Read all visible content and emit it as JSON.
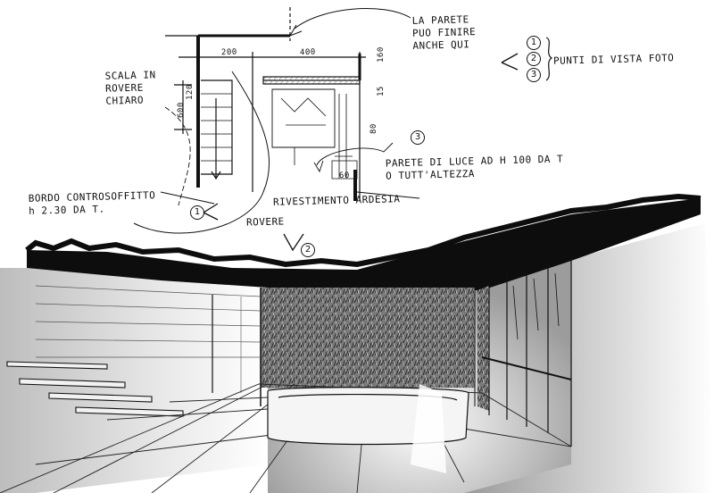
{
  "annotations": {
    "wall_note": [
      "LA PARETE",
      "PUO FINIRE",
      "ANCHE QUI"
    ],
    "stair_note": [
      "SCALA IN",
      "ROVERE",
      "CHIARO"
    ],
    "edge_note": [
      "BORDO CONTROSOFFITTO",
      "h 2.30 DA T."
    ],
    "light_note": [
      "PARETE DI LUCE AD H 100 DA T",
      "O TUTT'ALTEZZA"
    ],
    "cladding_note": "RIVESTIMENTO ARDESIA",
    "oak_note": "ROVERE",
    "viewpoints_label": "PUNTI DI VISTA FOTO"
  },
  "dimensions": {
    "d200": "200",
    "d400": "400",
    "d160": "160",
    "d600": "600",
    "d120": "120",
    "d15": "15",
    "d60": "60",
    "d80": "80"
  },
  "markers": {
    "m1": "1",
    "m2": "2",
    "m3": "3",
    "m3b": "3",
    "m1b": "1",
    "m2b": "2"
  },
  "colors": {
    "ink": "#111111",
    "paper": "#ffffff",
    "shade": "#9a9a9a"
  }
}
